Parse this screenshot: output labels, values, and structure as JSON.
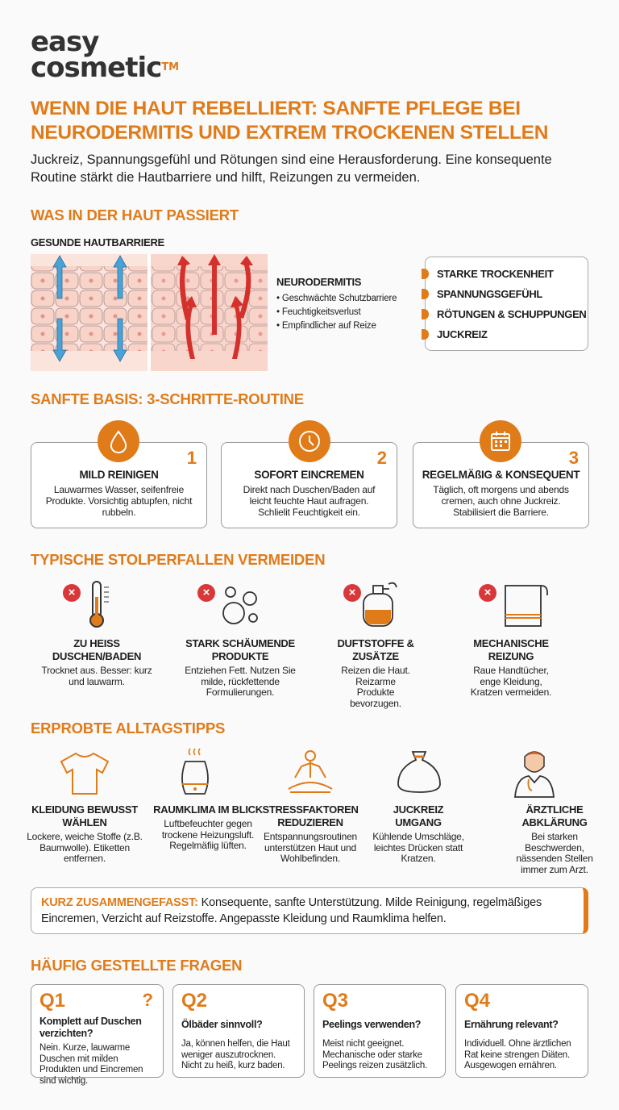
{
  "brand": {
    "line1": "easy",
    "line2": "cosmetic",
    "tm": "TM"
  },
  "title": "WENN DIE HAUT REBELLIERT: SANFTE PFLEGE BEI NEURODERMITIS UND EXTREM TROCKENEN STELLEN",
  "subtitle": "Juckreiz, Spannungsgefühl und Rötungen sind eine Herausforderung. Eine konsequente Routine stärkt die Hautbarriere und hilft, Reizungen zu vermeiden.",
  "skin": {
    "heading": "WAS IN DER HAUT PASSIERT",
    "healthy_label": "GESUNDE HAUTBARRIERE",
    "neuro_label": "NEURODERMITIS",
    "neuro_points": [
      "Geschwächte Schutzbarriere",
      "Feuchtigkeitsverlust",
      "Empfindlicher auf Reize"
    ],
    "symptoms": [
      "STARKE TROCKENHEIT",
      "SPANNUNGSGEFÜHL",
      "RÖTUNGEN & SCHUPPUNGEN",
      "JUCKREIZ"
    ]
  },
  "routine": {
    "heading": "SANFTE BASIS: 3-SCHRITTE-ROUTINE",
    "steps": [
      {
        "num": "1",
        "icon": "water-drop-icon",
        "title": "MILD REINIGEN",
        "text": "Lauwarmes Wasser, seifenfreie Produkte. Vorsichtig abtupfen, nicht rubbeln."
      },
      {
        "num": "2",
        "icon": "clock-icon",
        "title": "SOFORT EINCREMEN",
        "text": "Direkt nach Duschen/Baden auf leicht feuchte Haut aufragen. Schlielit Feuchtigkeit ein."
      },
      {
        "num": "3",
        "icon": "calendar-icon",
        "title": "REGELMÄßIG & KONSEQUENT",
        "text": "Täglich, oft morgens und abends cremen, auch ohne Juckreiz. Stabilisiert die Barriere."
      }
    ]
  },
  "pitfalls": {
    "heading": "TYPISCHE STOLPERFALLEN VERMEIDEN",
    "items": [
      {
        "icon": "thermometer-icon",
        "title": "ZU HEISS DUSCHEN/BADEN",
        "text": "Trocknet aus. Besser: kurz und lauwarm."
      },
      {
        "icon": "bubbles-icon",
        "title": "STARK SCHÄUMENDE PRODUKTE",
        "text": "Entziehen Fett. Nutzen Sie milde, rückfettende Formulierungen."
      },
      {
        "icon": "perfume-icon",
        "title": "DUFTSTOFFE & ZUSÄTZE",
        "text": "Reizen die Haut. Reizarme Produkte bevorzugen."
      },
      {
        "icon": "towel-icon",
        "title": "MECHANISCHE REIZUNG",
        "text": "Raue Handtücher, enge Kleidung, Kratzen vermeiden."
      }
    ]
  },
  "tips": {
    "heading": "ERPROBTE ALLTAGSTIPPS",
    "items": [
      {
        "icon": "tshirt-icon",
        "title": "KLEIDUNG BEWUSST WÄHLEN",
        "text": "Lockere, weiche Stoffe (z.B. Baumwolle). Etiketten entfernen."
      },
      {
        "icon": "humidifier-icon",
        "title": "RAUMKLIMA IM BLICK",
        "text": "Luftbefeuchter gegen trockene Heizungsluft. Regelmäfiig lüften."
      },
      {
        "icon": "meditation-icon",
        "title": "STRESSFAKTOREN REDUZIEREN",
        "text": "Entspannungsroutinen unterstützen Haut und Wohlbefinden."
      },
      {
        "icon": "cold-compress-icon",
        "title": "JUCKREIZ UMGANG",
        "text": "Kühlende Umschläge, leichtes Drücken statt Kratzen."
      },
      {
        "icon": "doctor-icon",
        "title": "ÄRZTLICHE ABKLÄRUNG",
        "text": "Bei starken Beschwerden, nässenden Stellen immer zum Arzt."
      }
    ]
  },
  "summary": {
    "label": "KURZ ZUSAMMENGEFASST:",
    "text": " Konsequente, sanfte Unterstützung. Milde Reinigung, regelmäßiges Eincremen, Verzicht auf Reizstoffe. Angepasste Kleidung und Raumklima helfen."
  },
  "faq": {
    "heading": "HÄUFIG GESTELLTE FRAGEN",
    "qmark": "?",
    "items": [
      {
        "q": "Q1",
        "question": "Komplett auf Duschen verzichten?",
        "answer": "Nein. Kurze, lauwarme Duschen mit milden Produkten und Eincremen sind wichtig."
      },
      {
        "q": "Q2",
        "question": "Ölbäder sinnvoll?",
        "answer": "Ja, können helfen, die Haut weniger auszutrocknen. Nicht zu heiß, kurz baden."
      },
      {
        "q": "Q3",
        "question": "Peelings verwenden?",
        "answer": "Meist nicht geeignet. Mechanische oder starke Peelings reizen zusätzlich."
      },
      {
        "q": "Q4",
        "question": "Ernährung relevant?",
        "answer": "Individuell. Ohne ärztlichen Rat keine strengen Diäten. Ausgewogen ernähren."
      }
    ]
  },
  "colors": {
    "accent": "#e07b1a",
    "warning": "#d9383a",
    "healthy_arrow": "#4aa3d8",
    "damage_arrow": "#d4302c"
  }
}
